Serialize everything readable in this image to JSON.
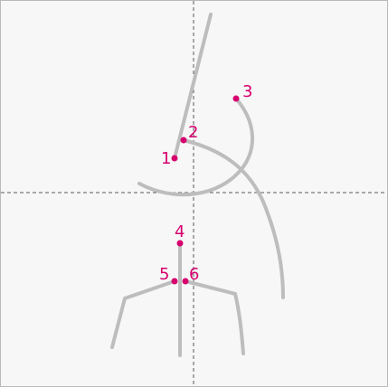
{
  "diagram": {
    "colors": {
      "background": "#f6f7f6",
      "border": "#b9b9b9",
      "guide": "#5a5a5a",
      "stroke": "#bdbdbd",
      "point": "#d6006f"
    },
    "points": [
      {
        "id": "1",
        "label": "1"
      },
      {
        "id": "2",
        "label": "2"
      },
      {
        "id": "3",
        "label": "3"
      },
      {
        "id": "4",
        "label": "4"
      },
      {
        "id": "5",
        "label": "5"
      },
      {
        "id": "6",
        "label": "6"
      }
    ]
  }
}
